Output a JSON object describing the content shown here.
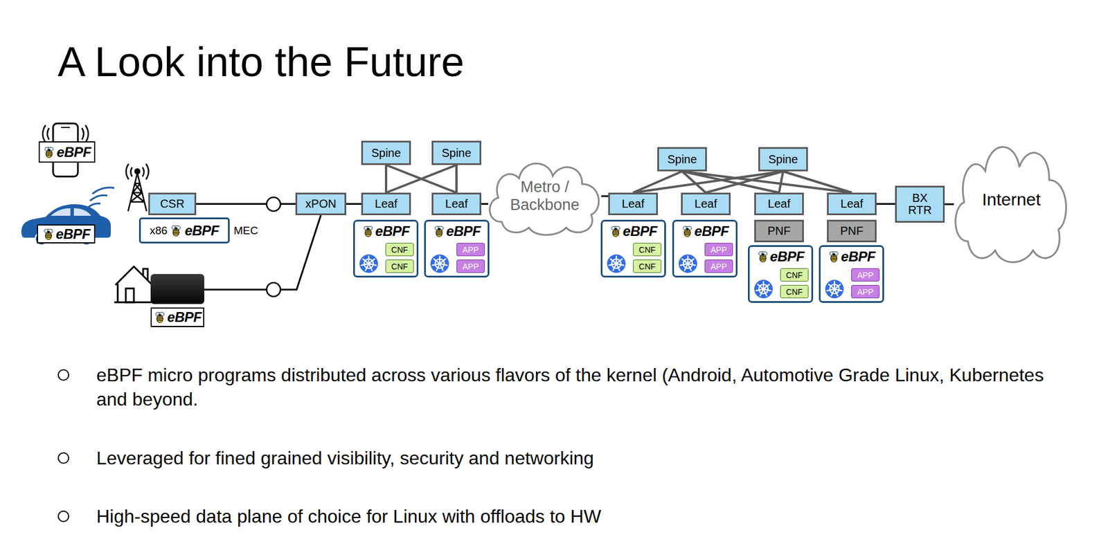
{
  "diagram": {
    "title": "A Look into the Future",
    "nodes": [
      {
        "text": [
          "eBPF"
        ]
      },
      {
        "text": [
          "eBPF"
        ]
      },
      {
        "text": [
          "CSR"
        ]
      },
      {
        "text": [
          "x86",
          "eBPF",
          "MEC"
        ]
      },
      {
        "text": [
          "eBPF"
        ]
      },
      {
        "text": [
          "xPON"
        ]
      },
      {
        "text": [
          "Spine"
        ]
      },
      {
        "text": [
          "Spine"
        ]
      },
      {
        "text": [
          "Leaf"
        ]
      },
      {
        "text": [
          "Leaf"
        ]
      },
      {
        "text": [
          "eBPF"
        ]
      },
      {
        "text": [
          "CNF"
        ],
        "in": 10
      },
      {
        "text": [
          "CNF"
        ],
        "in": 10
      },
      {
        "text": [
          "eBPF"
        ]
      },
      {
        "text": [
          "APP"
        ],
        "in": 13
      },
      {
        "text": [
          "APP"
        ],
        "in": 13
      },
      {
        "text": [
          "Metro / Backbone"
        ]
      },
      {
        "text": [
          "Spine"
        ]
      },
      {
        "text": [
          "Spine"
        ]
      },
      {
        "text": [
          "Leaf"
        ]
      },
      {
        "text": [
          "Leaf"
        ]
      },
      {
        "text": [
          "Leaf"
        ]
      },
      {
        "text": [
          "Leaf"
        ]
      },
      {
        "text": [
          "PNF"
        ]
      },
      {
        "text": [
          "PNF"
        ]
      },
      {
        "text": [
          "eBPF"
        ]
      },
      {
        "text": [
          "CNF"
        ],
        "in": 25
      },
      {
        "text": [
          "CNF"
        ],
        "in": 25
      },
      {
        "text": [
          "eBPF"
        ]
      },
      {
        "text": [
          "APP"
        ],
        "in": 28
      },
      {
        "text": [
          "APP"
        ],
        "in": 28
      },
      {
        "text": [
          "eBPF"
        ]
      },
      {
        "text": [
          "CNF"
        ],
        "in": 31
      },
      {
        "text": [
          "CNF"
        ],
        "in": 31
      },
      {
        "text": [
          "eBPF"
        ]
      },
      {
        "text": [
          "APP"
        ],
        "in": 34
      },
      {
        "text": [
          "APP"
        ],
        "in": 34
      },
      {
        "text": [
          "BX RTR"
        ]
      },
      {
        "text": [
          "Internet"
        ]
      }
    ],
    "edges": [
      {
        "from": 2,
        "to": 5,
        "arrow": "none"
      },
      {
        "from": 4,
        "to": 5,
        "arrow": "none"
      },
      {
        "from": 5,
        "to": 8,
        "arrow": "none"
      },
      {
        "from": 6,
        "to": 8,
        "arrow": "none"
      },
      {
        "from": 6,
        "to": 9,
        "arrow": "none"
      },
      {
        "from": 7,
        "to": 8,
        "arrow": "none"
      },
      {
        "from": 7,
        "to": 9,
        "arrow": "none"
      },
      {
        "from": 9,
        "to": 16,
        "arrow": "none"
      },
      {
        "from": 16,
        "to": 19,
        "arrow": "none"
      },
      {
        "from": 17,
        "to": 19,
        "arrow": "none"
      },
      {
        "from": 17,
        "to": 20,
        "arrow": "none"
      },
      {
        "from": 17,
        "to": 21,
        "arrow": "none"
      },
      {
        "from": 17,
        "to": 22,
        "arrow": "none"
      },
      {
        "from": 18,
        "to": 19,
        "arrow": "none"
      },
      {
        "from": 18,
        "to": 20,
        "arrow": "none"
      },
      {
        "from": 18,
        "to": 21,
        "arrow": "none"
      },
      {
        "from": 18,
        "to": 22,
        "arrow": "none"
      },
      {
        "from": 22,
        "to": 37,
        "arrow": "none"
      },
      {
        "from": 37,
        "to": 38,
        "arrow": "none"
      }
    ],
    "labels": [
      "eBPF micro programs distributed across various flavors of the kernel (Android, Automotive Grade Linux, Kubernetes and beyond.",
      "Leveraged for fined grained visibility, security and networking",
      "High-speed data plane of choice for Linux with offloads to HW"
    ]
  }
}
